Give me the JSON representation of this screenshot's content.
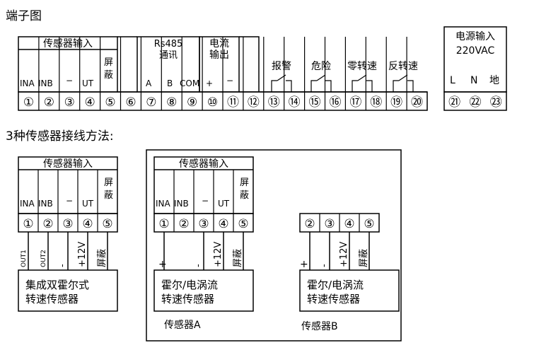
{
  "title": "端子图",
  "top": {
    "groups": {
      "sensor_input": "传感器输入",
      "rs485_line1": "Rs485",
      "rs485_line2": "通讯",
      "current_line1": "电流",
      "current_line2": "输出",
      "power_line1": "电源输入",
      "power_line2": "220VAC"
    },
    "labels": {
      "ina": "INA",
      "inb": "INB",
      "minus": "−",
      "ut": "UT",
      "shield_1": "屏",
      "shield_2": "蔽",
      "a": "A",
      "b": "B",
      "com": "COM",
      "plus": "+",
      "minus2": "−",
      "alarm": "报警",
      "danger": "危险",
      "zero_speed": "零转速",
      "reverse_speed": "反转速",
      "l": "L",
      "n": "N",
      "earth": "地"
    },
    "terminals": [
      "①",
      "②",
      "③",
      "④",
      "⑤",
      "⑥",
      "⑦",
      "⑧",
      "⑨",
      "⑩",
      "⑪",
      "⑫",
      "⑬",
      "⑭",
      "⑮",
      "⑯",
      "⑰",
      "⑱",
      "⑲",
      "⑳"
    ],
    "power_terminals": [
      "㉑",
      "㉒",
      "㉓"
    ]
  },
  "methods_title": "3种传感器接线方法:",
  "diagrams": {
    "sensor_input": "传感器输入",
    "ina": "INA",
    "inb": "INB",
    "minus": "−",
    "ut": "UT",
    "shield_1": "屏",
    "shield_2": "蔽",
    "terminals": [
      "①",
      "②",
      "③",
      "④",
      "⑤"
    ],
    "terminals_b": [
      "②",
      "③",
      "④",
      "⑤"
    ],
    "wire_out1": "OUT1",
    "wire_out2": "OUT2",
    "wire_minus": "-",
    "wire_12v": "+12V",
    "wire_shield": "屏蔽",
    "wire_plus": "+",
    "sensor1_line1": "集成双霍尔式",
    "sensor1_line2": "转速传感器",
    "sensor2_line1": "霍尔/电涡流",
    "sensor2_line2": "转速传感器",
    "sensor_a": "传感器A",
    "sensor_b": "传感器B"
  }
}
